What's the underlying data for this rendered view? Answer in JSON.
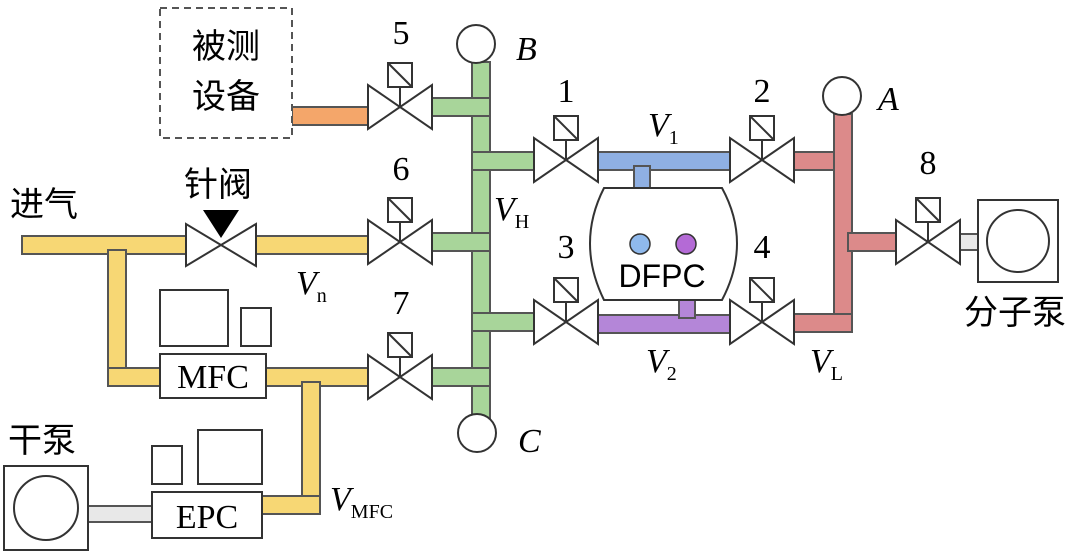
{
  "colors": {
    "yellow": "#f7d774",
    "green": "#a8d59a",
    "blue": "#8fb0e3",
    "purple": "#b486d8",
    "red": "#dc8a8a",
    "orange": "#f4a66a",
    "gray": "#e8e8e8",
    "ball_blue": "#8fb9ec",
    "ball_purple": "#b46ad6"
  },
  "device_under_test": [
    "被测",
    "设备"
  ],
  "inlet": "进气",
  "needle_valve": "针阀",
  "dry_pump": "干泵",
  "molecular_pump": "分子泵",
  "dfpc": "DFPC",
  "mfc": "MFC",
  "epc": "EPC",
  "valves": [
    "1",
    "2",
    "3",
    "4",
    "5",
    "6",
    "7",
    "8"
  ],
  "gauges": [
    "A",
    "B",
    "C"
  ],
  "volumes": {
    "v1": {
      "main": "V",
      "sub": "1"
    },
    "v2": {
      "main": "V",
      "sub": "2"
    },
    "vh": {
      "main": "V",
      "sub": "H"
    },
    "vl": {
      "main": "V",
      "sub": "L"
    },
    "vn": {
      "main": "V",
      "sub": "n"
    },
    "vmfc": {
      "main": "V",
      "sub": "MFC"
    }
  }
}
